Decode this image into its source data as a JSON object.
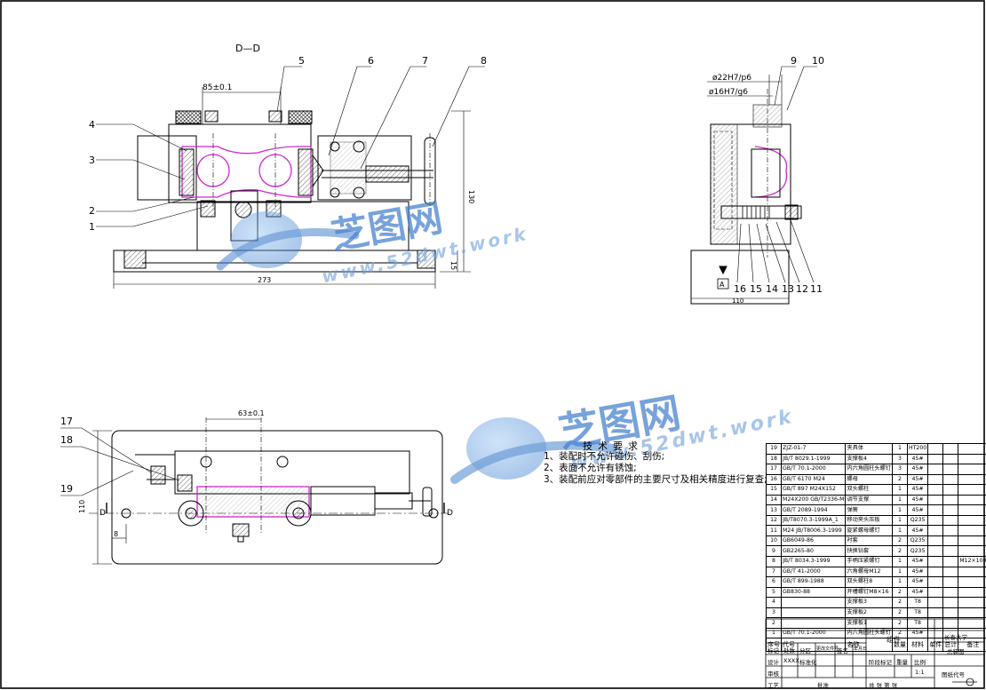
{
  "section_label": "D—D",
  "balloons_top": [
    "1",
    "2",
    "3",
    "4",
    "5",
    "6",
    "7",
    "8"
  ],
  "balloons_side": [
    "9",
    "10"
  ],
  "balloons_side_bottom": [
    "16",
    "15",
    "14",
    "13",
    "12",
    "11"
  ],
  "balloons_bottom": [
    "17",
    "18",
    "19"
  ],
  "dims": {
    "d85": "85±0.1",
    "d273": "273",
    "d130": "130",
    "d15": "15",
    "fit1": "ø22H7/p6",
    "fit2": "ø16H7/g6",
    "d110_side": "110",
    "d63": "63±0.1",
    "d110_plan": "110",
    "d8": "8",
    "datum": "A",
    "cut": "D"
  },
  "watermark": {
    "brand": "芝图网",
    "site": "www.52dwt.work"
  },
  "tech": {
    "title": "技术要求",
    "lines": [
      "1、装配时不允许碰伤、刮伤;",
      "2、表面不允许有锈蚀;",
      "3、装配前应对零部件的主要尺寸及相关精度进行复查;"
    ]
  },
  "bom": {
    "rows": [
      {
        "no": "19",
        "code": "ZJZ-01-7",
        "name": "夹具体",
        "qty": "1",
        "mat": "HT200",
        "note": ""
      },
      {
        "no": "18",
        "code": "JB/T 8029.1-1999",
        "name": "支撑板4",
        "qty": "3",
        "mat": "45#",
        "note": ""
      },
      {
        "no": "17",
        "code": "GB/T 70.1-2000",
        "name": "内六角圆柱头螺钉",
        "qty": "3",
        "mat": "45#",
        "note": ""
      },
      {
        "no": "16",
        "code": "GB/T 6170 M24",
        "name": "螺母",
        "qty": "2",
        "mat": "45#",
        "note": ""
      },
      {
        "no": "15",
        "code": "GB/T 897 M24X152",
        "name": "双头螺柱",
        "qty": "1",
        "mat": "45#",
        "note": ""
      },
      {
        "no": "14",
        "code": "M24X200 GB/T2336-M",
        "name": "调节支撑",
        "qty": "1",
        "mat": "45#",
        "note": ""
      },
      {
        "no": "13",
        "code": "GB/T 2089-1994",
        "name": "弹簧",
        "qty": "1",
        "mat": "45#",
        "note": ""
      },
      {
        "no": "12",
        "code": "JB/T8070.3-1999A_1",
        "name": "移动夹头压板",
        "qty": "1",
        "mat": "Q235",
        "note": ""
      },
      {
        "no": "11",
        "code": "M24 JB/T8006.3-1999",
        "name": "旋紧螺母螺钉",
        "qty": "1",
        "mat": "45#",
        "note": ""
      },
      {
        "no": "10",
        "code": "GB6049-86",
        "name": "衬套",
        "qty": "2",
        "mat": "Q235",
        "note": ""
      },
      {
        "no": "9",
        "code": "GB2265-80",
        "name": "快换钻套",
        "qty": "2",
        "mat": "Q235",
        "note": ""
      },
      {
        "no": "8",
        "code": "JB/T 8034.3-1999",
        "name": "手柄压紧螺钉",
        "qty": "1",
        "mat": "45#",
        "note": "M12×100"
      },
      {
        "no": "7",
        "code": "GB/T 41-2000",
        "name": "六角螺母M12",
        "qty": "1",
        "mat": "45#",
        "note": ""
      },
      {
        "no": "6",
        "code": "GB/T 899-1988",
        "name": "双头螺柱8",
        "qty": "1",
        "mat": "45#",
        "note": ""
      },
      {
        "no": "5",
        "code": "GB830-88",
        "name": "开槽螺钉M8×16",
        "qty": "2",
        "mat": "45#",
        "note": ""
      },
      {
        "no": "4",
        "code": "",
        "name": "支撑板3",
        "qty": "2",
        "mat": "T8",
        "note": ""
      },
      {
        "no": "3",
        "code": "",
        "name": "支撑板2",
        "qty": "2",
        "mat": "T8",
        "note": ""
      },
      {
        "no": "2",
        "code": "",
        "name": "支撑板1",
        "qty": "2",
        "mat": "T8",
        "note": ""
      },
      {
        "no": "1",
        "code": "GB/T 70.1-2000",
        "name": "内六角圆柱头螺钉",
        "qty": "2",
        "mat": "45#",
        "note": ""
      }
    ],
    "header": {
      "no": "序号",
      "code": "代号",
      "name": "名称",
      "qty": "数量",
      "mat": "材料",
      "unit": "单件",
      "total": "总计",
      "weight": "重量",
      "note": "备注"
    }
  },
  "title_block": {
    "part": "组件",
    "org": "长春大学",
    "drawing_name": "总装图",
    "drawing_code": "图纸代号",
    "scale_label": "比例",
    "scale": "1:1",
    "weight_label": "重量",
    "stage_label": "阶段标记",
    "design_label": "设计",
    "design_value": "XXXX",
    "std_label": "标准化",
    "review_label": "审核",
    "craft_label": "工艺",
    "approve_label": "批准",
    "mark_label": "标记",
    "count_label": "处数",
    "zone_label": "分区",
    "change_label": "更改文件号",
    "sign_label": "签名",
    "date_label": "年月日",
    "sheets_label": "共 张  第 张"
  }
}
